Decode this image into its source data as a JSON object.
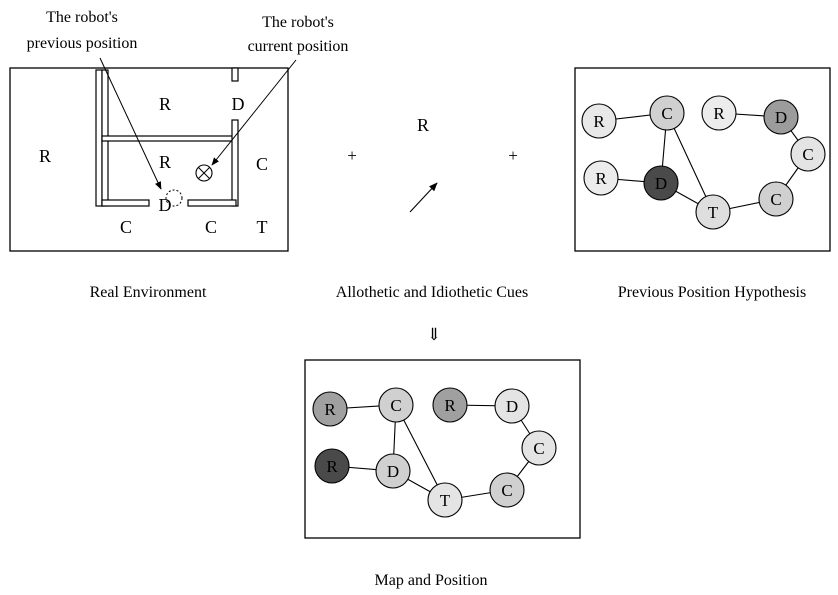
{
  "annotations": {
    "previous_position": [
      "The robot's",
      "previous position"
    ],
    "current_position": [
      "The robot's",
      "current position"
    ]
  },
  "environment": {
    "rooms": [
      "R",
      "D",
      "R",
      "R",
      "C",
      "D",
      "C",
      "C",
      "T"
    ],
    "caption": "Real Environment"
  },
  "operators": {
    "plus": "+",
    "implies": "⇓"
  },
  "cues": {
    "label": "R",
    "caption": "Allothetic and Idiothetic Cues"
  },
  "hypothesis": {
    "caption": "Previous Position Hypothesis",
    "nodes": [
      {
        "label": "R",
        "fill": "#e8e8e8"
      },
      {
        "label": "C",
        "fill": "#d0d0d0"
      },
      {
        "label": "R",
        "fill": "#ececec"
      },
      {
        "label": "D",
        "fill": "#9c9c9c"
      },
      {
        "label": "C",
        "fill": "#e4e4e4"
      },
      {
        "label": "R",
        "fill": "#ececec"
      },
      {
        "label": "D",
        "fill": "#4a4a4a"
      },
      {
        "label": "T",
        "fill": "#dedede"
      },
      {
        "label": "C",
        "fill": "#d0d0d0"
      }
    ]
  },
  "map": {
    "caption": "Map and Position",
    "nodes": [
      {
        "label": "R",
        "fill": "#a0a0a0"
      },
      {
        "label": "C",
        "fill": "#d0d0d0"
      },
      {
        "label": "R",
        "fill": "#a0a0a0"
      },
      {
        "label": "D",
        "fill": "#e4e4e4"
      },
      {
        "label": "C",
        "fill": "#e4e4e4"
      },
      {
        "label": "R",
        "fill": "#4a4a4a"
      },
      {
        "label": "D",
        "fill": "#d0d0d0"
      },
      {
        "label": "T",
        "fill": "#e4e4e4"
      },
      {
        "label": "C",
        "fill": "#d0d0d0"
      }
    ]
  }
}
